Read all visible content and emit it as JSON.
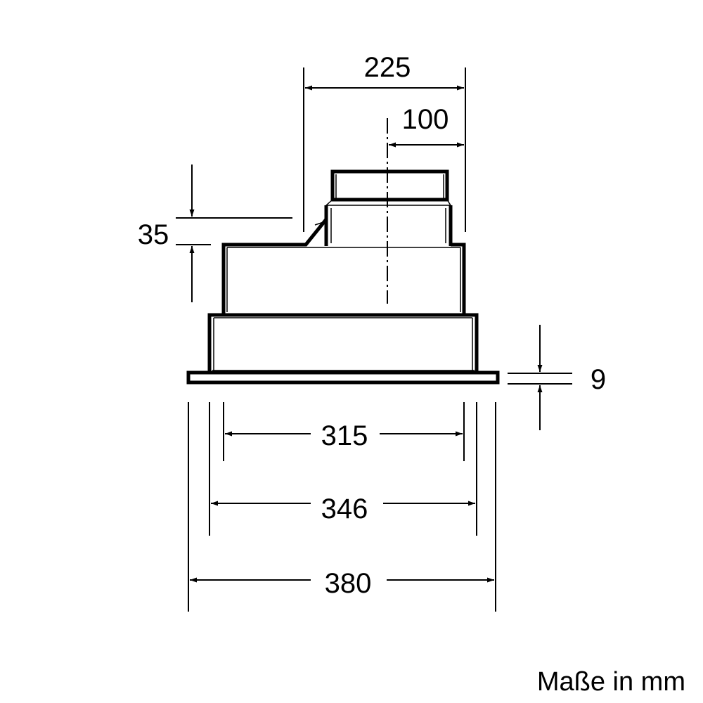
{
  "dimensions": {
    "top_width": "225",
    "chimney_offset": "100",
    "step_height": "35",
    "flange_height": "9",
    "inner_width": "315",
    "middle_width": "346",
    "outer_width": "380"
  },
  "unit_note": "Maße in mm",
  "colors": {
    "line": "#000000",
    "background": "#ffffff"
  }
}
